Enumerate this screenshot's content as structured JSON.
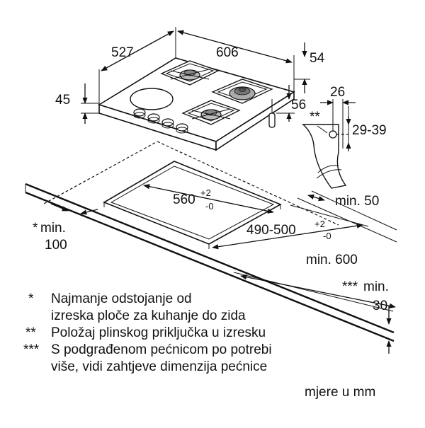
{
  "dimensions": {
    "depth": "527",
    "width": "606",
    "height_top": "54",
    "height_side": "45",
    "height_right": "56",
    "connector_offset": "26",
    "connector_range": "29-39",
    "connector_mark": "**",
    "cutout_width": "560",
    "cutout_width_tol_plus": "+2",
    "cutout_width_tol_minus": "-0",
    "cutout_depth": "490-500",
    "cutout_depth_tol_plus": "+2",
    "cutout_depth_tol_minus": "-0",
    "min_front": "min. 50",
    "min_back_mark": "*",
    "min_back": "min.",
    "min_back_value": "100",
    "min_side": "min. 600",
    "min_bottom_mark": "***",
    "min_bottom": "min.",
    "min_bottom_value": "30"
  },
  "legend": [
    {
      "mark": "*",
      "text": "Najmanje odstojanje od"
    },
    {
      "mark": "",
      "text": "izreska ploče za kuhanje do zida"
    },
    {
      "mark": "**",
      "text": "Položaj plinskog priključka u izresku"
    },
    {
      "mark": "***",
      "text": "S podgrađenom pećnicom po potrebi"
    },
    {
      "mark": "",
      "text": "više, vidi zahtjeve dimenzija pećnice"
    }
  ],
  "units": "mjere u mm"
}
